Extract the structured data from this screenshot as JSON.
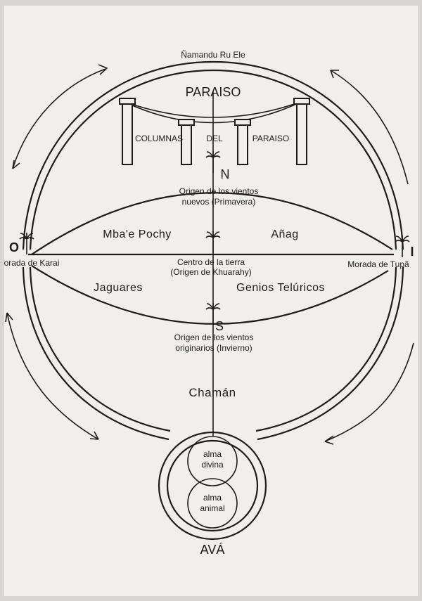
{
  "labels": {
    "top": "Ñamandu Ru Ele",
    "paradise": "PARAISO",
    "col_1": "COLUMNAS",
    "col_2": "DEL",
    "col_3": "PARAISO",
    "north": "N",
    "north_text_1": "Origen de los vientos",
    "north_text_2": "nuevos (Primavera)",
    "upper_left": "Mba'e Pochy",
    "upper_right": "Añag",
    "west": "O",
    "east": "I",
    "west_dwelling": "Morada de Karai",
    "east_dwelling": "Morada de Tupã",
    "center_1": "Centro de la tierra",
    "center_2": "(Origen de Khuarahy)",
    "lower_left": "Jaguares",
    "lower_right": "Genios Telúricos",
    "south": "S",
    "south_text_1": "Origen de los vientos",
    "south_text_2": "originarios (Invierno)",
    "shaman": "Chamán",
    "soul_divine_1": "alma",
    "soul_divine_2": "divina",
    "soul_animal_1": "alma",
    "soul_animal_2": "animal",
    "bottom": "AVÁ"
  },
  "icons": [
    "arrow-icon",
    "palm-tree-icon",
    "column-icon"
  ],
  "colors": {
    "ink": "#1c1c1c",
    "paper": "#f1efec"
  }
}
